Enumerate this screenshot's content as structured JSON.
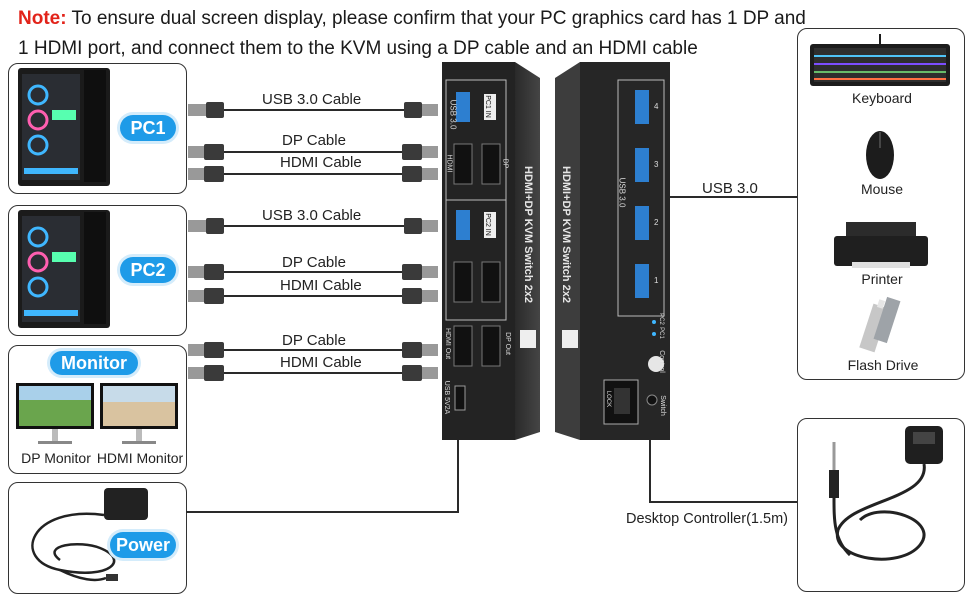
{
  "note": {
    "label": "Note:",
    "text": "To ensure dual screen display, please confirm that your PC graphics card has 1 DP and 1 HDMI port, and connect them to the KVM using a DP cable and an HDMI cable"
  },
  "left": {
    "pc1": "PC1",
    "pc2": "PC2",
    "monitor": "Monitor",
    "dp_monitor": "DP Monitor",
    "hdmi_monitor": "HDMI Monitor",
    "power": "Power"
  },
  "cables": {
    "pc1_usb": "USB 3.0 Cable",
    "pc1_dp": "DP Cable",
    "pc1_hdmi": "HDMI Cable",
    "pc2_usb": "USB 3.0 Cable",
    "pc2_dp": "DP Cable",
    "pc2_hdmi": "HDMI Cable",
    "mon_dp": "DP Cable",
    "mon_hdmi": "HDMI Cable",
    "usb30": "USB 3.0"
  },
  "kvm": {
    "back_ports": {
      "usb_in": "USB 3.0",
      "pc1_in": "PC1 IN",
      "pc2_in": "PC2 IN",
      "hdmi": "HDMI",
      "dp": "DP",
      "hdmi_out": "HDMI Out",
      "dp_out": "DP Out",
      "power": "USB 5V2A"
    },
    "side_text": "HDMI+DP KVM Switch 2x2",
    "front": {
      "usb": "USB 3.0",
      "ports": [
        "4",
        "3",
        "2",
        "1"
      ],
      "pc1": "PC1",
      "pc2": "PC2",
      "control": "Control",
      "switch": "Switch",
      "toggle_on": "OFF",
      "toggle_label": "LOCK"
    }
  },
  "right": {
    "keyboard": "Keyboard",
    "mouse": "Mouse",
    "printer": "Printer",
    "flash": "Flash Drive",
    "controller": "Desktop Controller(1.5m)"
  },
  "colors": {
    "accent": "#1e9be8",
    "note_red": "#e2231a",
    "device_dark": "#2b2b2b"
  }
}
